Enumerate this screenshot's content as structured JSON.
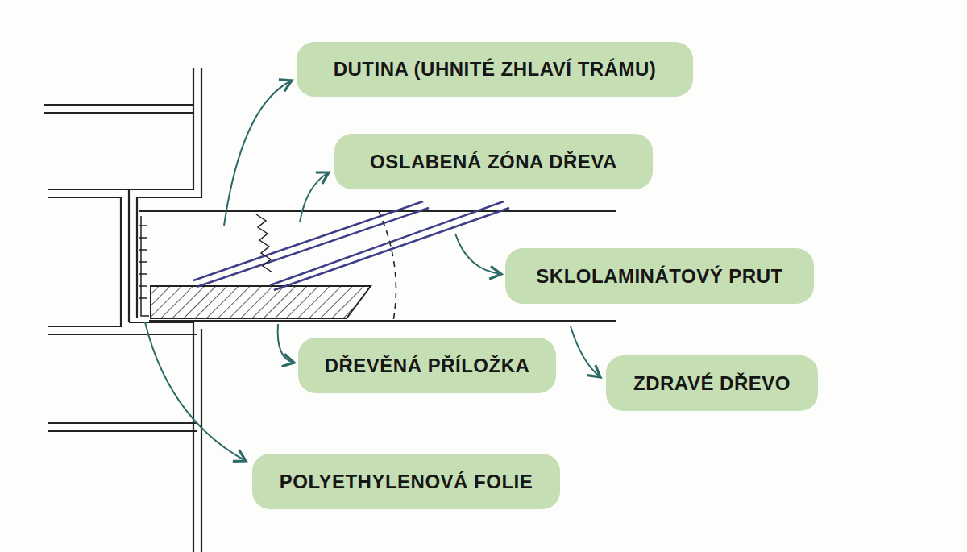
{
  "diagram": {
    "nodes": [
      {
        "text": [
          "DUTINA (UHNITÉ ZHLAVÍ TRÁMU)"
        ]
      },
      {
        "text": [
          "OSLABENÁ ZÓNA DŘEVA"
        ]
      },
      {
        "text": [
          "SKLOLAMINÁTOVÝ PRUT"
        ]
      },
      {
        "text": [
          "DŘEVĚNÁ PŘÍLOŽKA"
        ]
      },
      {
        "text": [
          "ZDRAVÉ DŘEVO"
        ]
      },
      {
        "text": [
          "POLYETHYLENOVÁ FOLIE"
        ]
      }
    ]
  }
}
